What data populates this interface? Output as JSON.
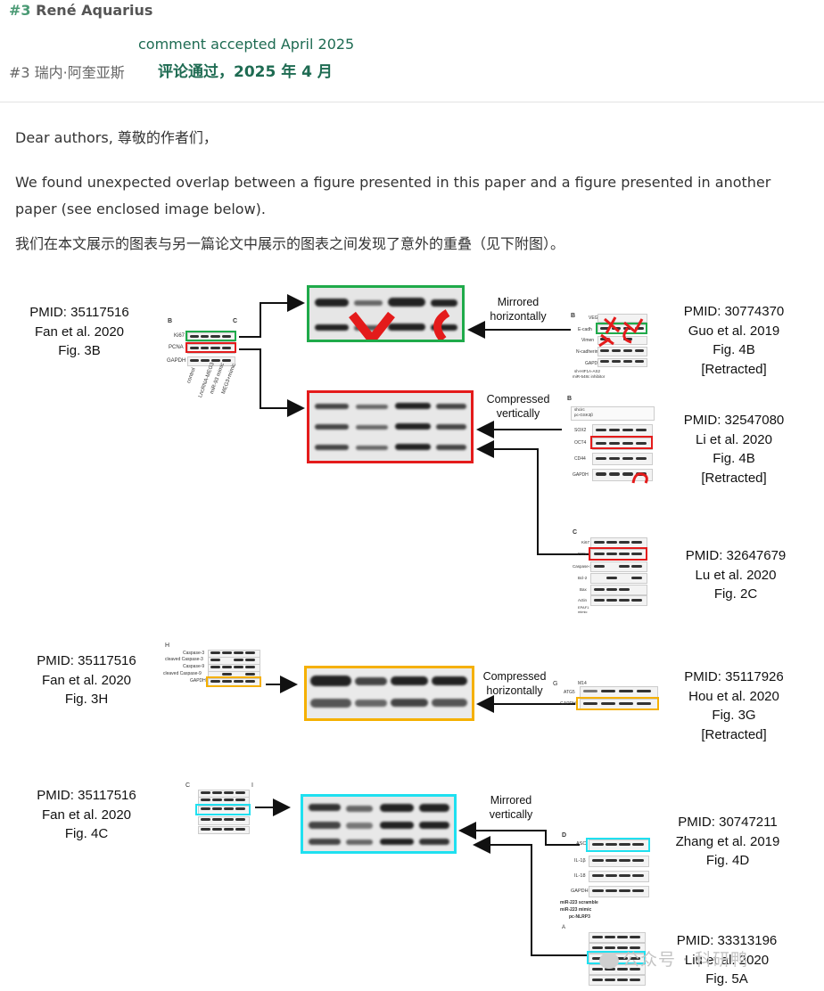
{
  "header": {
    "number": "#3",
    "author": "René Aquarius",
    "accepted_en": "comment accepted April 2025",
    "name_cn": "#3 瑞内·阿奎亚斯",
    "accepted_cn": "评论通过，2025 年 4 月"
  },
  "body": {
    "greeting": "Dear authors, 尊敬的作者们，",
    "para_en": "We found unexpected overlap between a figure presented in this paper and a figure presented in another paper (see enclosed image below).",
    "para_cn": "我们在本文展示的图表与另一篇论文中展示的图表之间发现了意外的重叠（见下附图）。"
  },
  "figure": {
    "refs": {
      "fan_3b": [
        "PMID: 35117516",
        "Fan et al. 2020",
        "Fig. 3B"
      ],
      "guo_4b": [
        "PMID: 30774370",
        "Guo et al. 2019",
        "Fig. 4B",
        "[Retracted]"
      ],
      "li_4b": [
        "PMID: 32547080",
        "Li et al. 2020",
        "Fig. 4B",
        "[Retracted]"
      ],
      "lu_2c": [
        "PMID: 32647679",
        "Lu et al. 2020",
        "Fig. 2C"
      ],
      "fan_3h": [
        "PMID: 35117516",
        "Fan et al. 2020",
        "Fig. 3H"
      ],
      "hou_3g": [
        "PMID: 35117926",
        "Hou et al. 2020",
        "Fig. 3G",
        "[Retracted]"
      ],
      "fan_4c": [
        "PMID: 35117516",
        "Fan et al. 2020",
        "Fig. 4C"
      ],
      "zhang_4d": [
        "PMID: 30747211",
        "Zhang et al. 2019",
        "Fig. 4D"
      ],
      "liu_5a": [
        "PMID: 33313196",
        "Liu et al. 2020",
        "Fig. 5A"
      ]
    },
    "notes": {
      "mirrored_h": [
        "Mirrored",
        "horizontally"
      ],
      "compressed_v": [
        "Compressed",
        "vertically"
      ],
      "compressed_h": [
        "Compressed",
        "horizontally"
      ],
      "mirrored_v": [
        "Mirrored",
        "vertically"
      ]
    },
    "panel_labels": {
      "fan_3b_left": "B",
      "fan_3b_right": "C",
      "fan_3b_rows": [
        "Ki67",
        "PCNA",
        "GAPDH"
      ],
      "fan_3b_cols": [
        "control",
        "LncRNA-MEG3",
        "miR-93 mimic",
        "MEG3+mimic"
      ],
      "guo_letter": "B",
      "guo_rows": [
        "VEGF",
        "E-cadh",
        "Vimen",
        "N-cadherin",
        "GAPDH"
      ],
      "guo_treat": [
        "sh-HIF1A-AS2",
        "miR-548c inhibitor"
      ],
      "li_letter": "B",
      "li_treat": [
        "shcirc",
        "pc-GSK3β"
      ],
      "li_rows": [
        "SOX2",
        "OCT4",
        "CD44",
        "GAPDH"
      ],
      "lu_letter": "C",
      "lu_rows": [
        "Ki67",
        "PCNA",
        "Caspase-3",
        "Bcl-2",
        "Bax",
        "Actin"
      ],
      "lu_treat": [
        "EPAF1",
        "mimic"
      ],
      "fan_3h_letter": "H",
      "fan_3h_rows": [
        "Caspase-3",
        "cleaved Caspase-3",
        "Caspase-9",
        "cleaved Caspase-9",
        "GAPDH"
      ],
      "hou_letter": "G",
      "hou_rows": [
        "M14",
        "ATG5",
        "GAPDH"
      ],
      "fan_4c_letter": "C",
      "fan_4c_right_letter": "I",
      "zhang_letter": "D",
      "zhang_rows": [
        "ASC",
        "IL-1β",
        "IL-18",
        "GAPDH"
      ],
      "zhang_treat": [
        "miR-223 scramble",
        "miR-223 mimic",
        "pc-NLRP3"
      ],
      "liu_letter": "A"
    },
    "watermark": "公众号 · 科研鸭",
    "colors": {
      "green": "#1faa4a",
      "red": "#e41b1b",
      "yellow": "#f5b000",
      "cyan": "#1fe0f0",
      "accent": "#1e6b52"
    }
  }
}
